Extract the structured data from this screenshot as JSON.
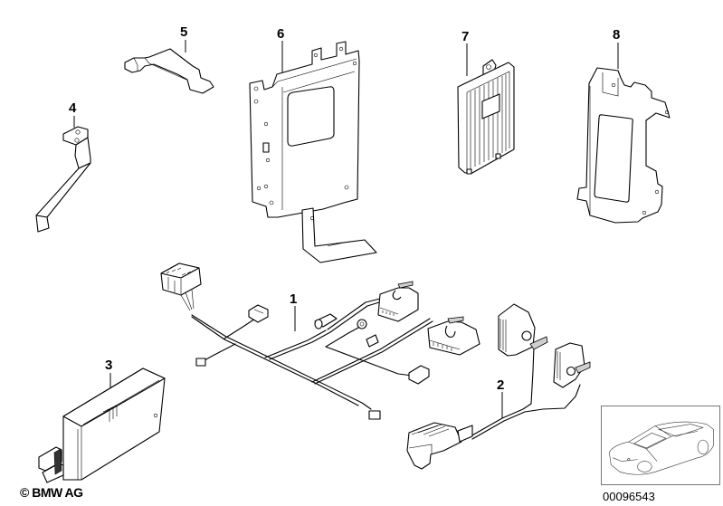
{
  "diagram": {
    "title": "Parts diagram",
    "callouts": [
      {
        "id": "1",
        "label": "1",
        "part": "wiring-harness"
      },
      {
        "id": "2",
        "label": "2",
        "part": "adapter-lead"
      },
      {
        "id": "3",
        "label": "3",
        "part": "control-unit"
      },
      {
        "id": "4",
        "label": "4",
        "part": "bracket-l"
      },
      {
        "id": "5",
        "label": "5",
        "part": "bracket-clip"
      },
      {
        "id": "6",
        "label": "6",
        "part": "mounting-plate"
      },
      {
        "id": "7",
        "label": "7",
        "part": "amplifier-module"
      },
      {
        "id": "8",
        "label": "8",
        "part": "holder-frame"
      }
    ],
    "copyright": "© BMW AG",
    "reference_number": "00096543",
    "thumbnail": "car-location-thumbnail"
  }
}
